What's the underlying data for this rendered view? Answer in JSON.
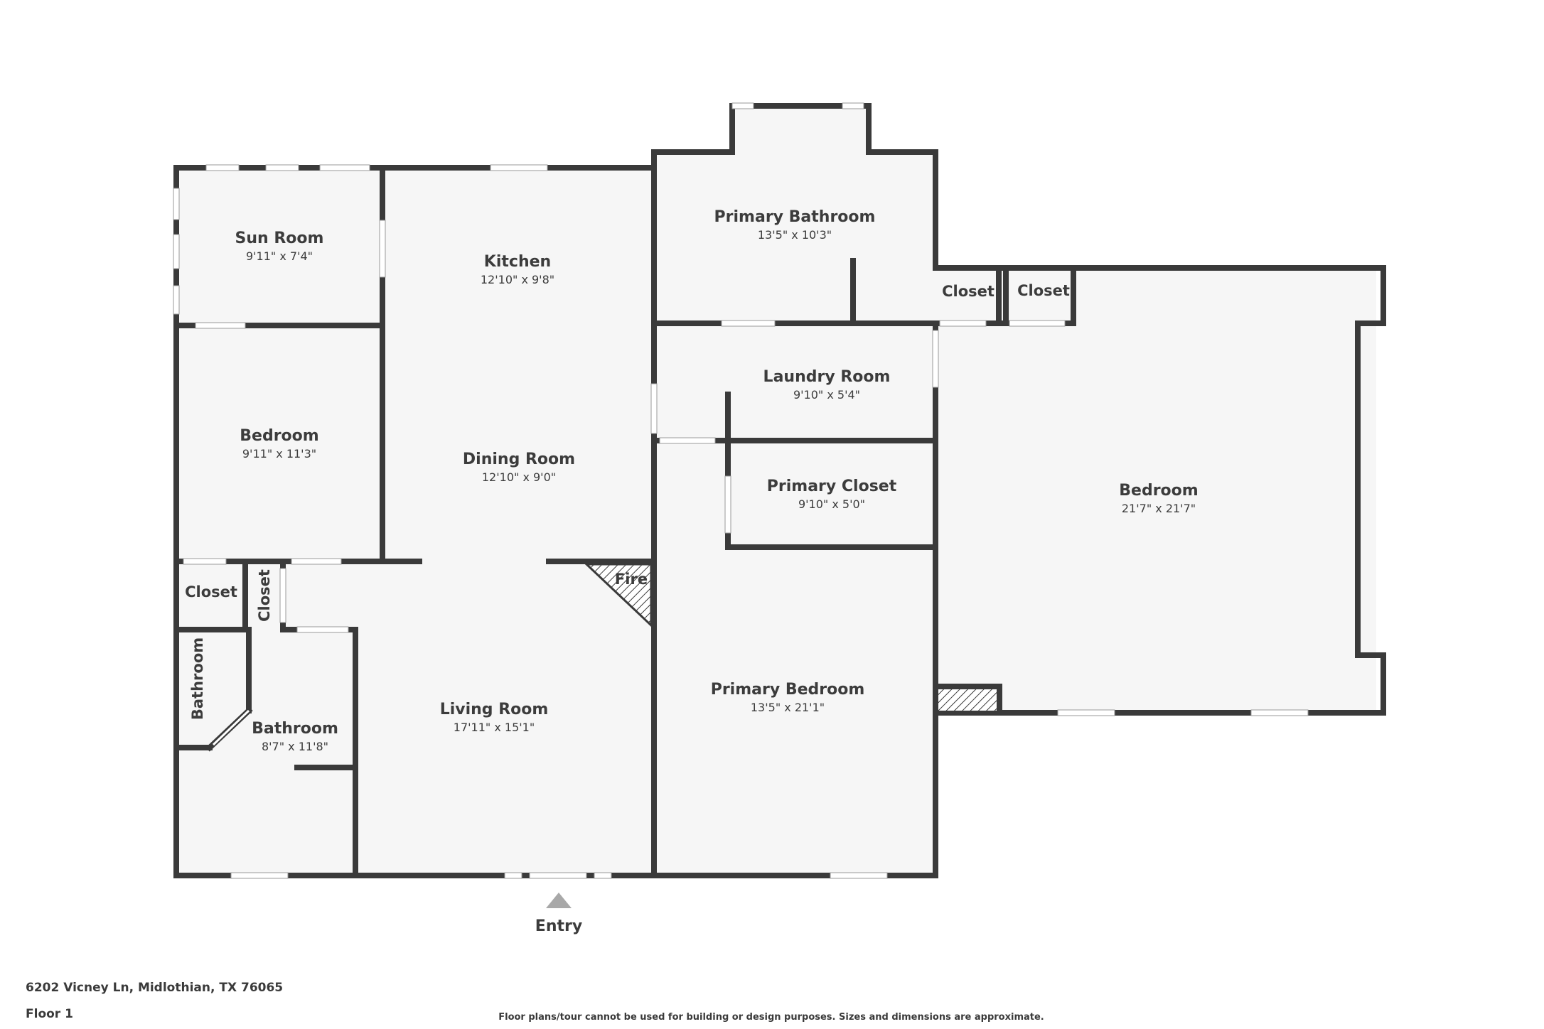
{
  "plan": {
    "rooms": [
      {
        "id": "sun-room",
        "name": "Sun Room",
        "dims": "9'11\" x 7'4\""
      },
      {
        "id": "kitchen",
        "name": "Kitchen",
        "dims": "12'10\" x 9'8\""
      },
      {
        "id": "primary-bathroom",
        "name": "Primary Bathroom",
        "dims": "13'5\" x 10'3\""
      },
      {
        "id": "laundry-room",
        "name": "Laundry Room",
        "dims": "9'10\" x 5'4\""
      },
      {
        "id": "bedroom-left",
        "name": "Bedroom",
        "dims": "9'11\" x 11'3\""
      },
      {
        "id": "dining-room",
        "name": "Dining Room",
        "dims": "12'10\" x 9'0\""
      },
      {
        "id": "primary-closet",
        "name": "Primary Closet",
        "dims": "9'10\" x 5'0\""
      },
      {
        "id": "bedroom-right",
        "name": "Bedroom",
        "dims": "21'7\" x 21'7\""
      },
      {
        "id": "living-room",
        "name": "Living Room",
        "dims": "17'11\" x 15'1\""
      },
      {
        "id": "primary-bedroom",
        "name": "Primary Bedroom",
        "dims": "13'5\" x 21'1\""
      },
      {
        "id": "bathroom",
        "name": "Bathroom",
        "dims": "8'7\" x 11'8\""
      }
    ],
    "labels": {
      "closet_1": "Closet",
      "closet_2": "Closet",
      "closet_left": "Closet",
      "closet_vertical": "Closet",
      "bathroom_vertical": "Bathroom",
      "fire": "Fire",
      "entry": "Entry"
    }
  },
  "footer": {
    "address": "6202 Vicney Ln, Midlothian, TX 76065",
    "floor": "Floor 1",
    "disclaimer": "Floor plans/tour cannot be used for building or design purposes. Sizes and dimensions are approximate."
  },
  "colors": {
    "wall": "#3a3a3a",
    "floor": "#f6f6f6",
    "window": "#ffffff"
  }
}
